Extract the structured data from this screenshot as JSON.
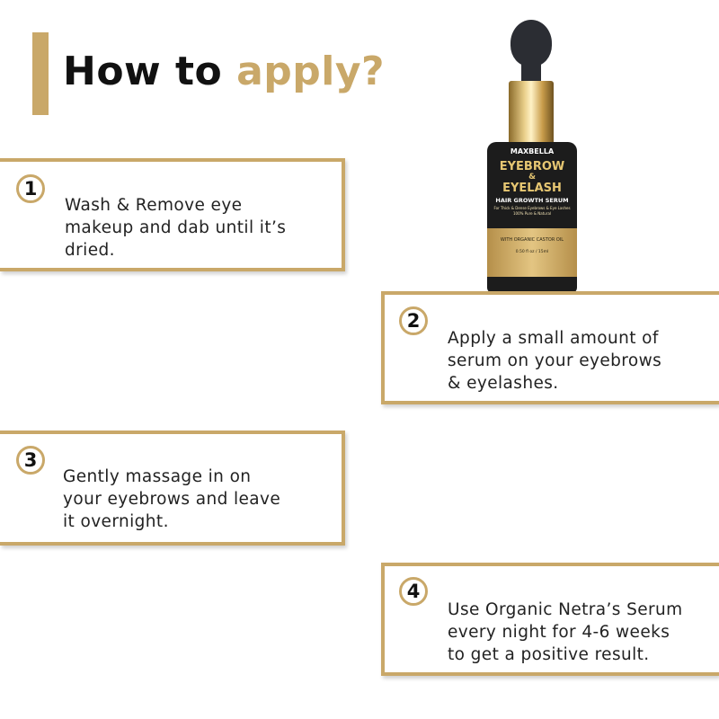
{
  "heading": {
    "part1": "How to ",
    "part2": "apply?"
  },
  "steps": [
    {
      "number": "1",
      "text_lines": [
        "Wash & Remove eye",
        "makeup and dab until it’s",
        "dried."
      ]
    },
    {
      "number": "2",
      "text_lines": [
        "Apply a small amount of",
        "serum on your eyebrows",
        "& eyelashes."
      ]
    },
    {
      "number": "3",
      "text_lines": [
        "Gently massage in on",
        "your eyebrows and leave",
        "it overnight."
      ]
    },
    {
      "number": "4",
      "text_lines": [
        "Use Organic Netra’s Serum",
        "every night for 4-6 weeks",
        "to get a positive result."
      ]
    }
  ],
  "product": {
    "brand": "MAXBELLA",
    "title_line1": "EYEBROW",
    "title_amp": "&",
    "title_line2": "EYELASH",
    "subtitle": "HAIR GROWTH SERUM",
    "tagline1": "For Thick & Dense Eyebrows & Eye Lashes",
    "tagline2": "100% Pure & Natural",
    "ingredient": "WITH ORGANIC CASTOR OIL",
    "volume": "0.50 fl oz / 15ml"
  },
  "colors": {
    "accent_gold": "#c9a869",
    "heading_dark": "#111111",
    "bottle_black": "#1c1c1c"
  }
}
